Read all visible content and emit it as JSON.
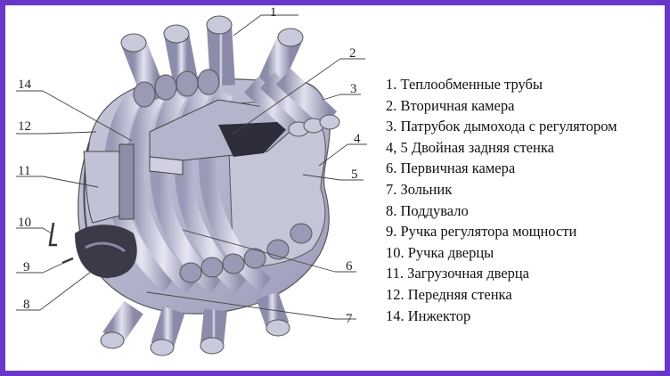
{
  "legend": [
    "1. Теплообменные трубы",
    "2. Вторичная камера",
    "3. Патрубок дымохода с регулятором",
    "4, 5 Двойная задняя стенка",
    "6. Первичная камера",
    "7. Зольник",
    "8. Поддувало",
    "9. Ручка регулятора мощности",
    "10. Ручка дверцы",
    "11. Загрузочная дверца",
    "12. Передняя стенка",
    "14. Инжектор"
  ],
  "callouts": {
    "c1": "1",
    "c2": "2",
    "c3": "3",
    "c4": "4",
    "c5": "5",
    "c6": "6",
    "c7": "7",
    "c8": "8",
    "c9": "9",
    "c10": "10",
    "c11": "11",
    "c12": "12",
    "c14": "14"
  },
  "colors": {
    "border": "#6a36c9",
    "steel_light": "#d8d8e8",
    "steel_mid": "#aeaecb",
    "steel_dark": "#7b7b99",
    "shadow": "#2e2e3a"
  }
}
